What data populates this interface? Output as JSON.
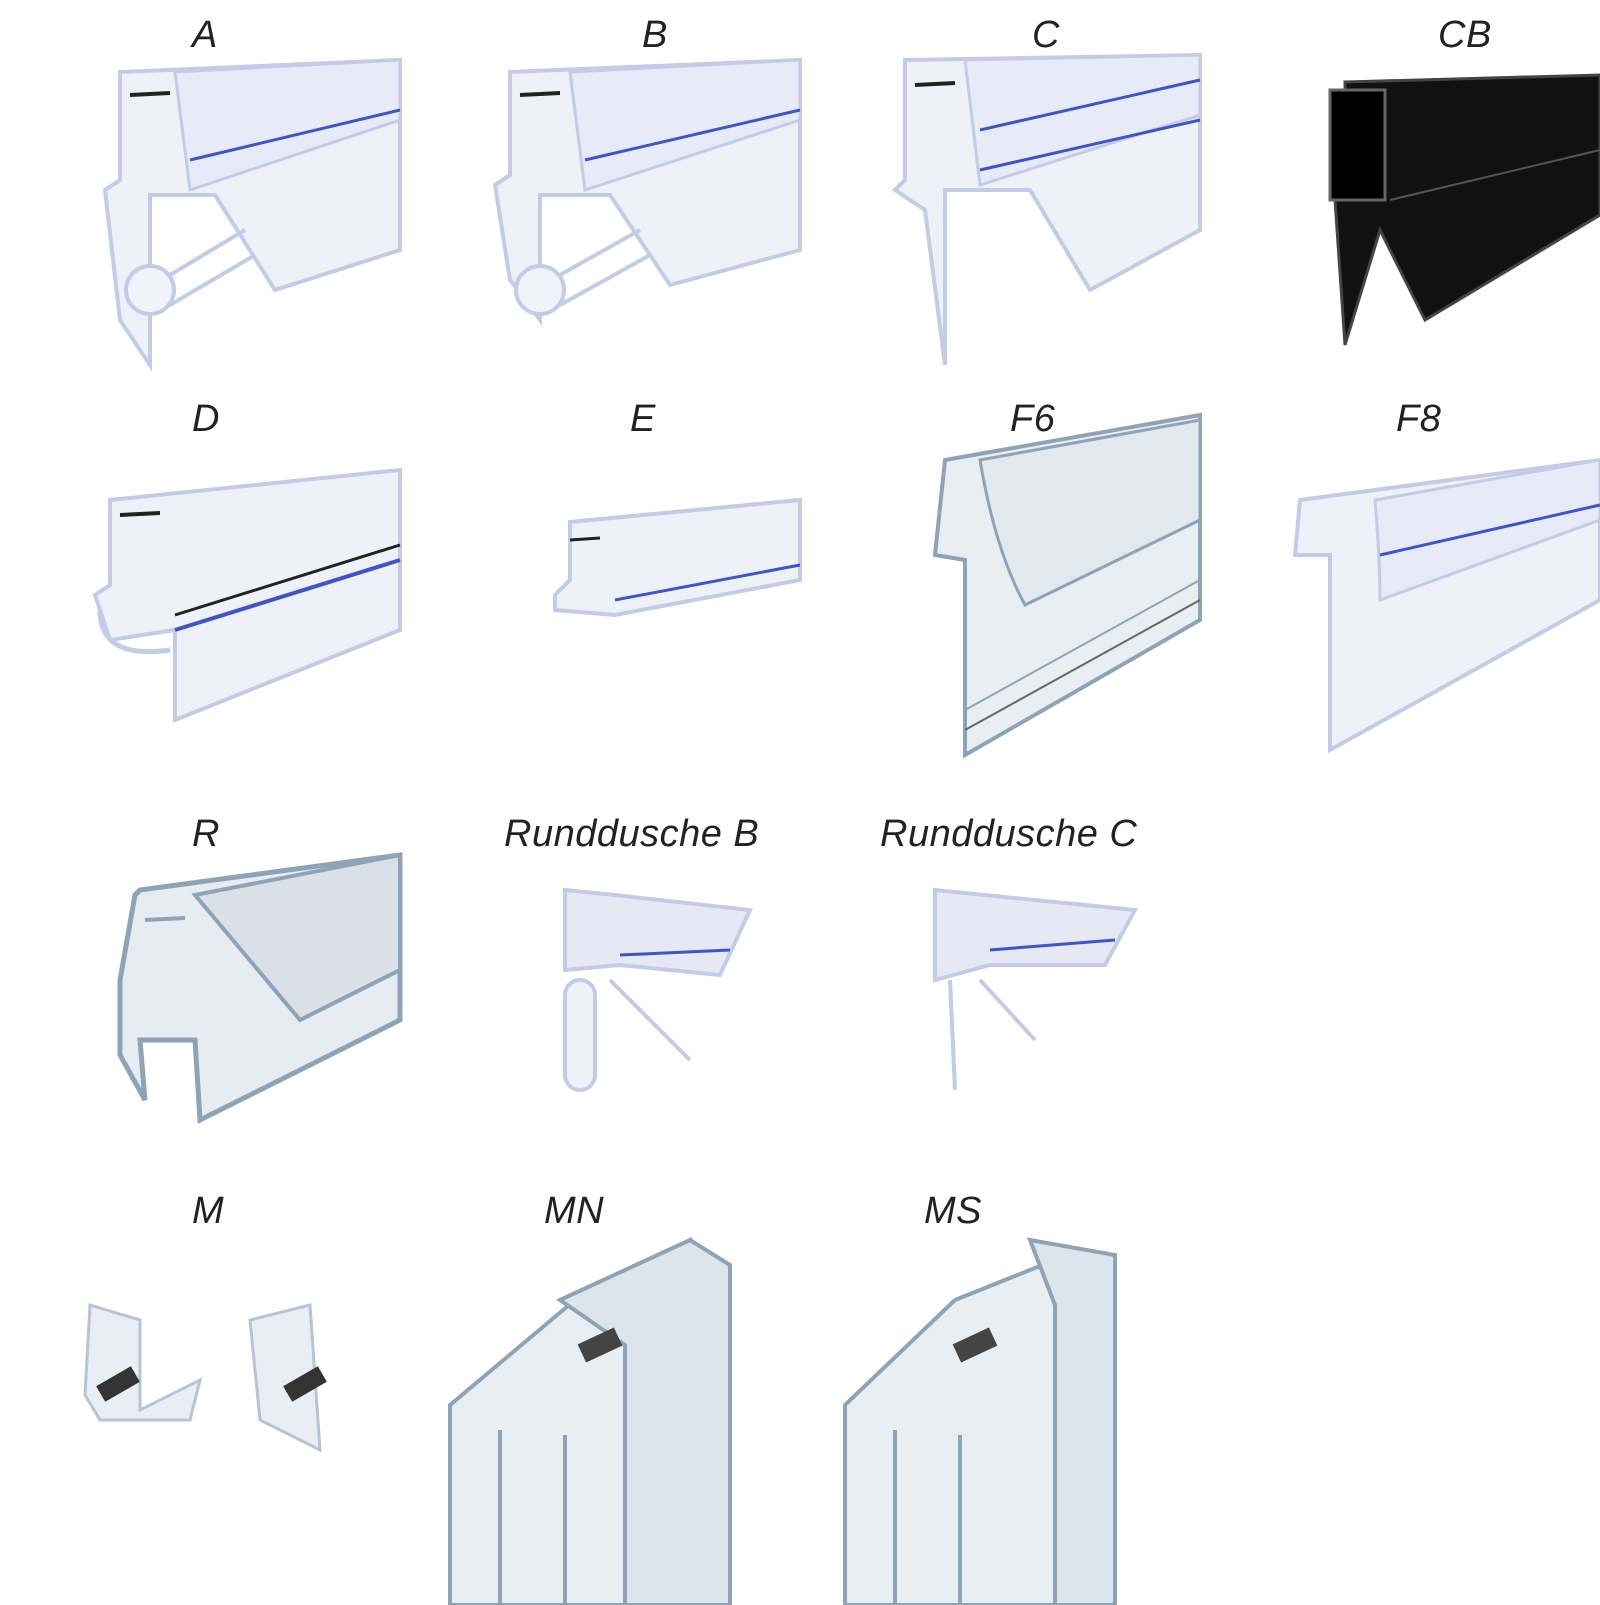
{
  "profiles": [
    {
      "label": "A",
      "color": "clear"
    },
    {
      "label": "B",
      "color": "clear"
    },
    {
      "label": "C",
      "color": "clear"
    },
    {
      "label": "CB",
      "color": "black"
    },
    {
      "label": "D",
      "color": "clear"
    },
    {
      "label": "E",
      "color": "clear"
    },
    {
      "label": "F6",
      "color": "clear"
    },
    {
      "label": "F8",
      "color": "clear"
    },
    {
      "label": "R",
      "color": "clear"
    },
    {
      "label": "Runddusche B",
      "color": "clear"
    },
    {
      "label": "Runddusche C",
      "color": "clear"
    },
    {
      "label": "M",
      "color": "clear"
    },
    {
      "label": "MN",
      "color": "clear"
    },
    {
      "label": "MS",
      "color": "clear"
    }
  ],
  "colors": {
    "clear_fill": "#e8ecf6",
    "clear_edge": "#b9c3e0",
    "accent_blue": "#3d55c8",
    "teal_edge": "#8fa3b6",
    "black_fill": "#111111",
    "label_text": "#222222"
  }
}
